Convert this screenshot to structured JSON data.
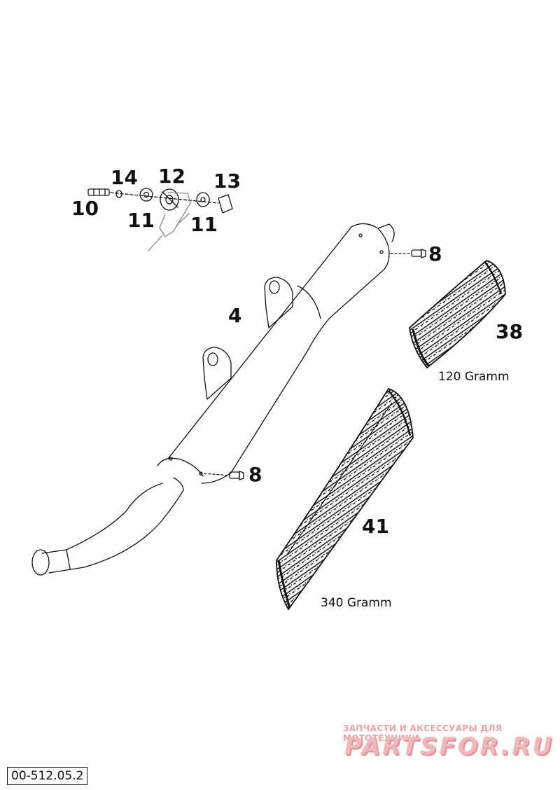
{
  "callouts": {
    "p14": "14",
    "p12": "12",
    "p13": "13",
    "p10": "10",
    "p11a": "11",
    "p11b": "11",
    "p8a": "8",
    "p4": "4",
    "p38": "38",
    "p8b": "8",
    "p41": "41"
  },
  "weights": {
    "w38": "120 Gramm",
    "w41": "340 Gramm"
  },
  "doc_id": "00-512.05.2",
  "watermark": {
    "tagline": "ЗАПЧАСТИ И АКСЕССУАРЫ ДЛЯ МОТОТЕХНИКИ",
    "logo": "PARTSFOR.RU"
  }
}
